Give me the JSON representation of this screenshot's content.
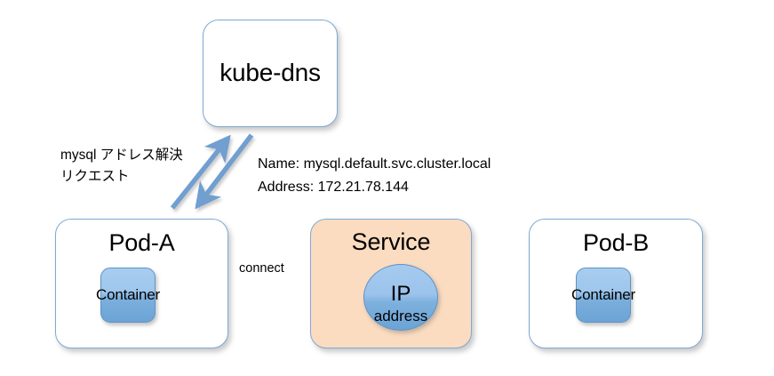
{
  "diagram": {
    "title": "Kubernetes kube-dns service discovery diagram",
    "colors": {
      "box_border": "#7fa9d4",
      "box_fill": "#ffffff",
      "service_fill": "#fbdcc0",
      "container_blue_light": "#a8cdef",
      "container_blue_dark": "#6ba4d6",
      "arrow_blue": "#6f9fd0",
      "text": "#000000"
    },
    "nodes": [
      {
        "id": "kube-dns",
        "label": "kube-dns",
        "kind": "rounded-box",
        "fill": "#ffffff"
      },
      {
        "id": "pod-a",
        "label": "Pod-A",
        "kind": "rounded-box",
        "fill": "#ffffff",
        "child": {
          "id": "container-a",
          "label": "Container",
          "kind": "rounded-chip"
        }
      },
      {
        "id": "service",
        "label": "Service",
        "kind": "rounded-box",
        "fill": "#fbdcc0",
        "child": {
          "id": "ip-address",
          "label_line1": "IP",
          "label_line2": "address",
          "kind": "ellipse"
        }
      },
      {
        "id": "pod-b",
        "label": "Pod-B",
        "kind": "rounded-box",
        "fill": "#ffffff",
        "child": {
          "id": "container-b",
          "label": "Container",
          "kind": "rounded-chip"
        }
      }
    ],
    "annotations": {
      "dns_request": "mysql アドレス解決\nリクエスト",
      "dns_response_line1": "Name: mysql.default.svc.cluster.local",
      "dns_response_line2": "Address: 172.21.78.144",
      "dns_response": "Name: mysql.default.svc.cluster.local\nAddress: 172.21.78.144",
      "connect": "connect"
    },
    "edges": [
      {
        "id": "pod-a-to-kube-dns",
        "from": "pod-a",
        "to": "kube-dns",
        "label": "mysql アドレス解決 リクエスト",
        "arrow": "up-right"
      },
      {
        "id": "kube-dns-to-pod-a",
        "from": "kube-dns",
        "to": "pod-a",
        "label": "Name: mysql.default.svc.cluster.local Address: 172.21.78.144",
        "arrow": "down-left"
      },
      {
        "id": "pod-a-to-service",
        "from": "pod-a",
        "to": "service",
        "label": "connect",
        "arrow": "right"
      },
      {
        "id": "service-to-pod-b",
        "from": "service",
        "to": "pod-b",
        "label": "",
        "arrow": "none"
      }
    ]
  }
}
